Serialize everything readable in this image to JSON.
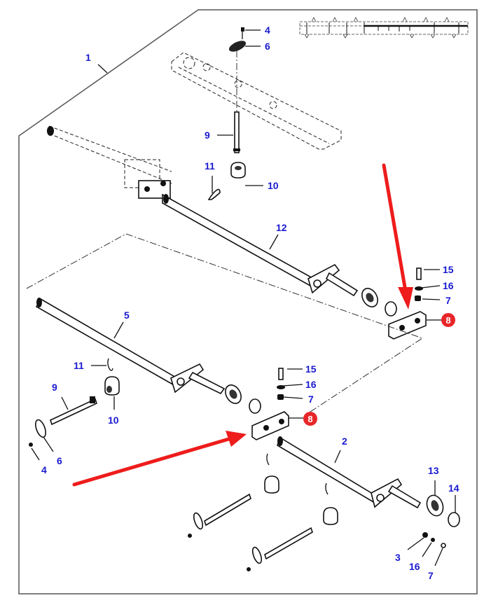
{
  "diagram": {
    "type": "exploded parts diagram",
    "subject": "shaft and bearing assembly",
    "colors": {
      "callout_text": "#1a1ad0",
      "highlight_badge": "#e8262a",
      "highlight_arrow": "#ee1c1c",
      "line_art": "#111111",
      "frame": "#555555"
    },
    "callouts": [
      {
        "id": "c1",
        "label": "1",
        "part": "assembly frame"
      },
      {
        "id": "c4a",
        "label": "4",
        "part": "screw (top)"
      },
      {
        "id": "c6a",
        "label": "6",
        "part": "clamp plate (top)"
      },
      {
        "id": "c9a",
        "label": "9",
        "part": "pin (top)"
      },
      {
        "id": "c11a",
        "label": "11",
        "part": "spring clip (top)"
      },
      {
        "id": "c10a",
        "label": "10",
        "part": "eye block (top)"
      },
      {
        "id": "c12",
        "label": "12",
        "part": "shaft"
      },
      {
        "id": "c15a",
        "label": "15",
        "part": "bolt (upper)"
      },
      {
        "id": "c16a",
        "label": "16",
        "part": "washer (upper)"
      },
      {
        "id": "c7a",
        "label": "7",
        "part": "nut (upper)"
      },
      {
        "id": "c8a",
        "label": "8",
        "part": "bearing block (upper)",
        "highlighted": true
      },
      {
        "id": "c5",
        "label": "5",
        "part": "shaft"
      },
      {
        "id": "c11b",
        "label": "11",
        "part": "spring clip (left)"
      },
      {
        "id": "c9b",
        "label": "9",
        "part": "pin (left)"
      },
      {
        "id": "c10b",
        "label": "10",
        "part": "eye block (left)"
      },
      {
        "id": "c6b",
        "label": "6",
        "part": "clamp plate (left)"
      },
      {
        "id": "c4b",
        "label": "4",
        "part": "screw (left)"
      },
      {
        "id": "c15b",
        "label": "15",
        "part": "bolt (middle)"
      },
      {
        "id": "c16b",
        "label": "16",
        "part": "washer (middle)"
      },
      {
        "id": "c7b",
        "label": "7",
        "part": "nut (middle)"
      },
      {
        "id": "c8b",
        "label": "8",
        "part": "bearing block (middle)",
        "highlighted": true
      },
      {
        "id": "c2",
        "label": "2",
        "part": "shaft"
      },
      {
        "id": "c13",
        "label": "13",
        "part": "flange"
      },
      {
        "id": "c14",
        "label": "14",
        "part": "bushing"
      },
      {
        "id": "c3",
        "label": "3",
        "part": "nut (bottom)"
      },
      {
        "id": "c16c",
        "label": "16",
        "part": "washer (bottom)"
      },
      {
        "id": "c7c",
        "label": "7",
        "part": "bolt (bottom)"
      }
    ],
    "highlight_arrows": [
      {
        "target": "bearing block (upper)",
        "direction": "down"
      },
      {
        "target": "bearing block (middle)",
        "direction": "up-right"
      }
    ],
    "inset_thumbnail": {
      "description": "overview of complete bar assembly",
      "position": "top-right"
    }
  }
}
